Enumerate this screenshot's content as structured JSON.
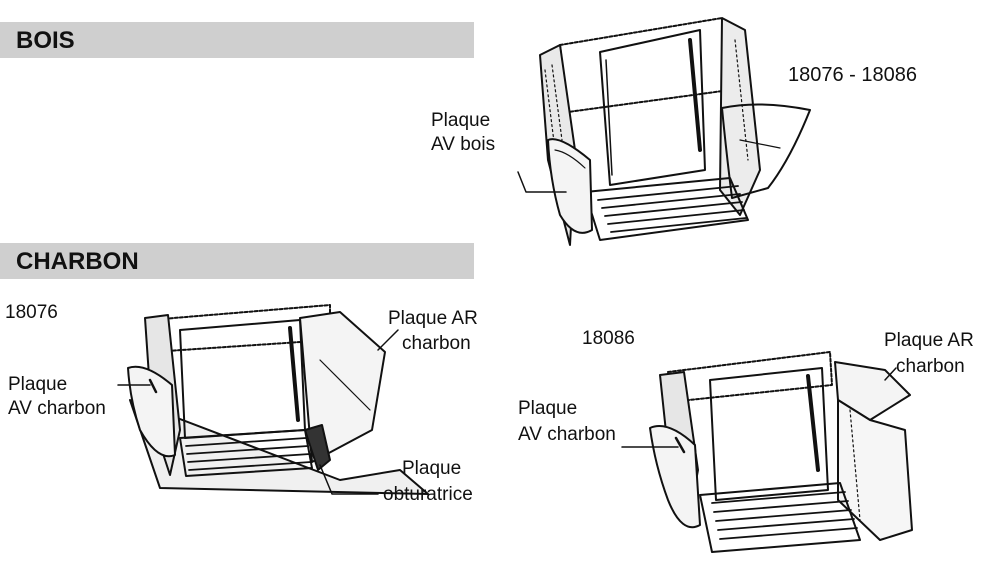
{
  "sections": {
    "bois": "BOIS",
    "charbon": "CHARBON"
  },
  "bois_figure": {
    "models": "18076 - 18086",
    "plaque_av_bois": [
      "Plaque",
      "AV bois"
    ]
  },
  "charbon_18076": {
    "model": "18076",
    "plaque_av_charbon": [
      "Plaque",
      "AV charbon"
    ],
    "plaque_ar_charbon": [
      "Plaque AR",
      "charbon"
    ],
    "plaque_obturatrice": [
      "Plaque",
      "obturatrice"
    ]
  },
  "charbon_18086": {
    "model": "18086",
    "plaque_av_charbon": [
      "Plaque",
      "AV charbon"
    ],
    "plaque_ar_charbon": [
      "Plaque AR",
      "charbon"
    ]
  }
}
